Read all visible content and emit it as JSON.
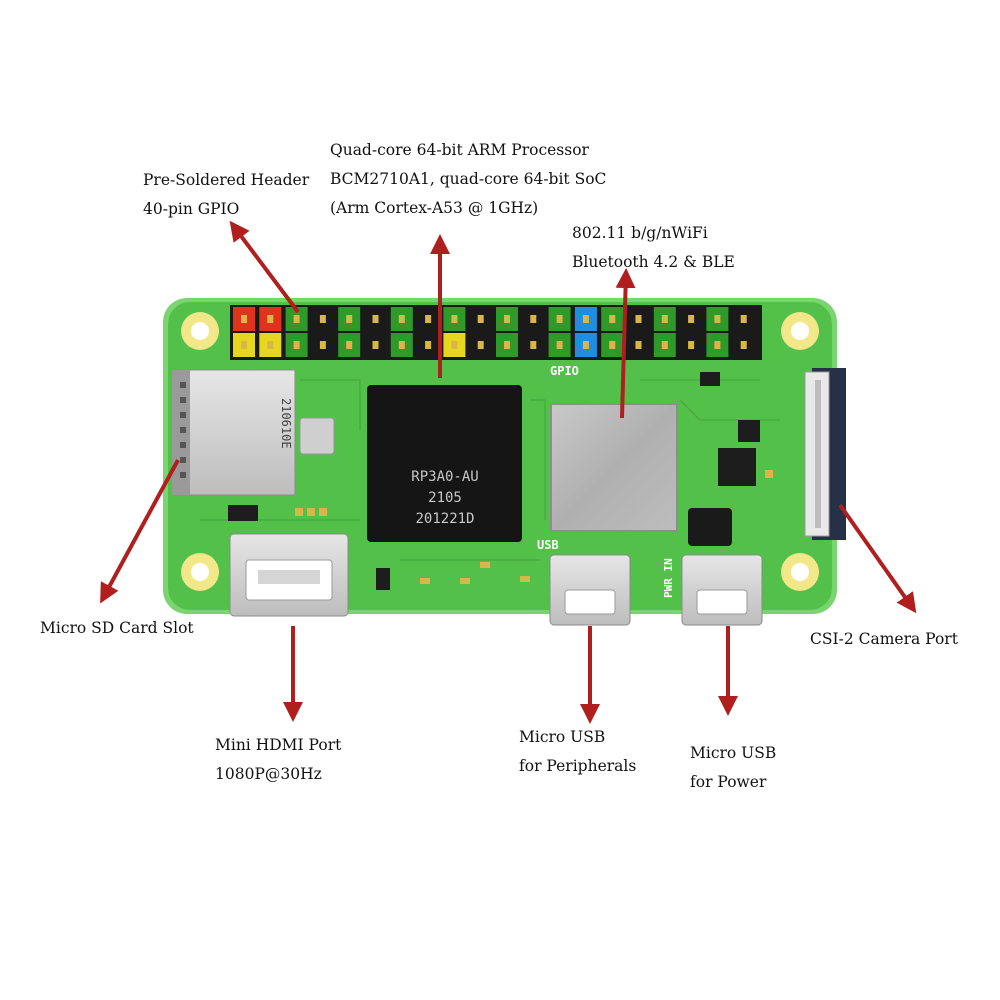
{
  "labels": {
    "header": [
      "Pre-Soldered Header",
      "40-pin GPIO"
    ],
    "processor": [
      "Quad-core 64-bit ARM Processor",
      "BCM2710A1, quad-core 64-bit SoC",
      "(Arm Cortex-A53 @ 1GHz)"
    ],
    "wireless": [
      "802.11 b/g/nWiFi",
      "Bluetooth 4.2 & BLE"
    ],
    "sd_card": [
      "Micro SD Card Slot"
    ],
    "hdmi": [
      "Mini HDMI Port",
      "1080P@30Hz"
    ],
    "usb_peripherals": [
      "Micro USB",
      "for Peripherals"
    ],
    "usb_power": [
      "Micro USB",
      "for Power"
    ],
    "camera": [
      "CSI-2 Camera Port"
    ]
  },
  "board_silkscreen": {
    "gpio": "GPIO",
    "usb": "USB",
    "pwr_in": "PWR IN",
    "sd_code": "210610E"
  },
  "soc_marking": [
    "RP3A0-AU",
    "2105",
    "201221D"
  ],
  "colors": {
    "pcb": "#53c04a",
    "pcb_edge": "#7ad46f",
    "arrow": "#b11e1e",
    "header_black": "#1a1a1a",
    "pin_gold": "#d9b64a",
    "cap_red": "#e0321c",
    "cap_yellow": "#e6d61f",
    "cap_blue": "#1e8fe0",
    "cap_green": "#2f9a2a",
    "mount_hole": "#f2e88a"
  }
}
